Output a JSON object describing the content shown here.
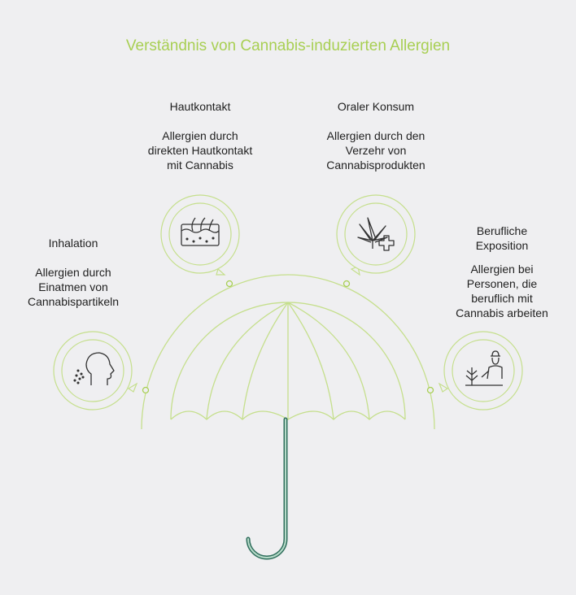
{
  "title": "Verständnis von Cannabis-induzierten Allergien",
  "colors": {
    "accent": "#a8cf53",
    "line": "#c5df8c",
    "handle": "#2f6e5c",
    "icon": "#333333"
  },
  "items": [
    {
      "label": "Hautkontakt",
      "description": "Allergien durch\ndirekten Hautkontakt\nmit Cannabis",
      "icon": "skin-layers-icon"
    },
    {
      "label": "Oraler Konsum",
      "description": "Allergien durch den\nVerzehr von\nCannabisprodukten",
      "icon": "cannabis-leaf-medical-cross-icon"
    },
    {
      "label": "Inhalation",
      "description": "Allergien durch\nEinatmen von\nCannabispartikeln",
      "icon": "head-breathing-particles-icon"
    },
    {
      "label": "Berufliche\nExposition",
      "description": "Allergien bei\nPersonen, die\nberuflich mit\nCannabis arbeiten",
      "icon": "farmer-planting-icon"
    }
  ]
}
